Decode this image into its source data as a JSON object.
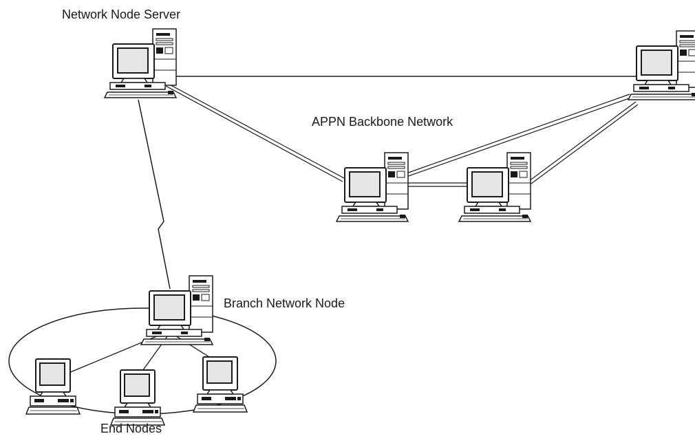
{
  "labels": {
    "network_node_server": "Network Node Server",
    "appn_backbone": "APPN Backbone Network",
    "branch_network_node": "Branch Network Node",
    "end_nodes": "End Nodes"
  },
  "nodes": [
    {
      "id": "network-node-server",
      "kind": "workstation-tower"
    },
    {
      "id": "backbone-node-right",
      "kind": "workstation-tower"
    },
    {
      "id": "backbone-node-center",
      "kind": "workstation-tower"
    },
    {
      "id": "backbone-node-inner",
      "kind": "workstation-tower"
    },
    {
      "id": "branch-network-node",
      "kind": "workstation-tower"
    },
    {
      "id": "end-node-left",
      "kind": "desktop-workstation"
    },
    {
      "id": "end-node-middle",
      "kind": "desktop-workstation"
    },
    {
      "id": "end-node-right",
      "kind": "desktop-workstation"
    }
  ],
  "links": [
    {
      "from": "network-node-server",
      "to": "backbone-node-right",
      "style": "single"
    },
    {
      "from": "network-node-server",
      "to": "backbone-node-center",
      "style": "double"
    },
    {
      "from": "backbone-node-center",
      "to": "backbone-node-right",
      "style": "double"
    },
    {
      "from": "backbone-node-center",
      "to": "backbone-node-inner",
      "style": "double"
    },
    {
      "from": "backbone-node-inner",
      "to": "backbone-node-right",
      "style": "double"
    },
    {
      "from": "network-node-server",
      "to": "branch-network-node",
      "style": "lightning"
    },
    {
      "from": "branch-network-node",
      "to": "end-node-left",
      "style": "single"
    },
    {
      "from": "branch-network-node",
      "to": "end-node-middle",
      "style": "single"
    },
    {
      "from": "branch-network-node",
      "to": "end-node-right",
      "style": "single"
    }
  ],
  "colors": {
    "line": "#1a1a1a",
    "screen": "#e6e6e6",
    "background": "#ffffff"
  }
}
